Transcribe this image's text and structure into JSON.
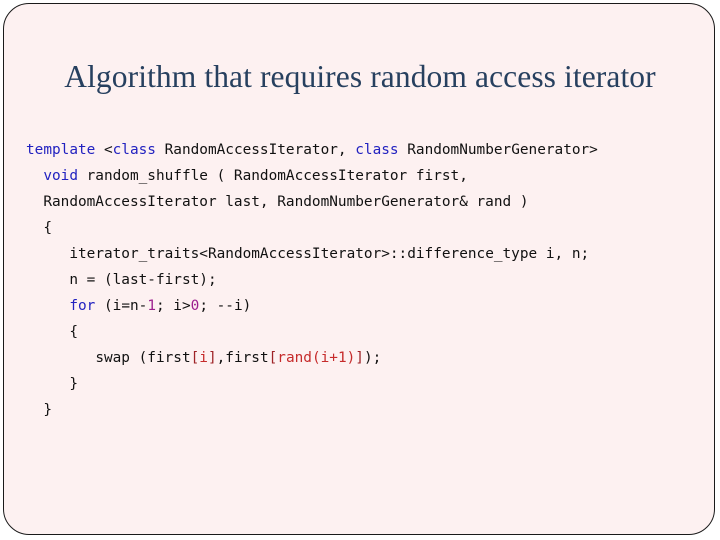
{
  "slide": {
    "title": "Algorithm that requires random access iterator",
    "background_color": "#fdf1f1",
    "border_color": "#1a1a1a",
    "title_color": "#27405f",
    "page_background": "#ffffff"
  },
  "code": {
    "language": "C++",
    "colors": {
      "keyword": "#2222c0",
      "number": "#9c1f8e",
      "subscript": "#c62b2b",
      "bracket": "#9e2327",
      "plain": "#111111"
    },
    "lines": [
      {
        "id": "line-1",
        "indent": "",
        "tokens": [
          {
            "t": "template",
            "c": "kw"
          },
          {
            "t": " <",
            "c": "plain"
          },
          {
            "t": "class",
            "c": "kw"
          },
          {
            "t": " RandomAccessIterator, ",
            "c": "plain"
          },
          {
            "t": "class",
            "c": "kw"
          },
          {
            "t": " RandomNumberGenerator>",
            "c": "plain"
          }
        ]
      },
      {
        "id": "line-2",
        "indent": "  ",
        "tokens": [
          {
            "t": "void",
            "c": "kw"
          },
          {
            "t": " random_shuffle ( RandomAccessIterator first,",
            "c": "plain"
          }
        ]
      },
      {
        "id": "line-3",
        "indent": "  ",
        "tokens": [
          {
            "t": "RandomAccessIterator last, RandomNumberGenerator& rand )",
            "c": "plain"
          }
        ]
      },
      {
        "id": "line-4",
        "indent": "  ",
        "tokens": [
          {
            "t": "{",
            "c": "plain"
          }
        ]
      },
      {
        "id": "line-5",
        "indent": "     ",
        "tokens": [
          {
            "t": "iterator_traits<RandomAccessIterator>::difference_type i, n;",
            "c": "plain"
          }
        ]
      },
      {
        "id": "line-6",
        "indent": "     ",
        "tokens": [
          {
            "t": "n = (last-first);",
            "c": "plain"
          }
        ]
      },
      {
        "id": "line-7",
        "indent": "     ",
        "tokens": [
          {
            "t": "for",
            "c": "kw"
          },
          {
            "t": " (i=n-",
            "c": "plain"
          },
          {
            "t": "1",
            "c": "num"
          },
          {
            "t": "; i>",
            "c": "plain"
          },
          {
            "t": "0",
            "c": "num"
          },
          {
            "t": "; --i)",
            "c": "plain"
          }
        ]
      },
      {
        "id": "line-8",
        "indent": "     ",
        "tokens": [
          {
            "t": "{",
            "c": "plain"
          }
        ]
      },
      {
        "id": "line-9",
        "indent": "        ",
        "tokens": [
          {
            "t": "swap (first",
            "c": "plain"
          },
          {
            "t": "[",
            "c": "brk"
          },
          {
            "t": "i",
            "c": "red"
          },
          {
            "t": "]",
            "c": "brk"
          },
          {
            "t": ",first",
            "c": "plain"
          },
          {
            "t": "[",
            "c": "brk"
          },
          {
            "t": "rand(i+1)",
            "c": "red"
          },
          {
            "t": "]",
            "c": "brk"
          },
          {
            "t": ");",
            "c": "plain"
          }
        ]
      },
      {
        "id": "line-10",
        "indent": "     ",
        "tokens": [
          {
            "t": "}",
            "c": "plain"
          }
        ]
      },
      {
        "id": "line-11",
        "indent": "  ",
        "tokens": [
          {
            "t": "}",
            "c": "plain"
          }
        ]
      }
    ]
  }
}
